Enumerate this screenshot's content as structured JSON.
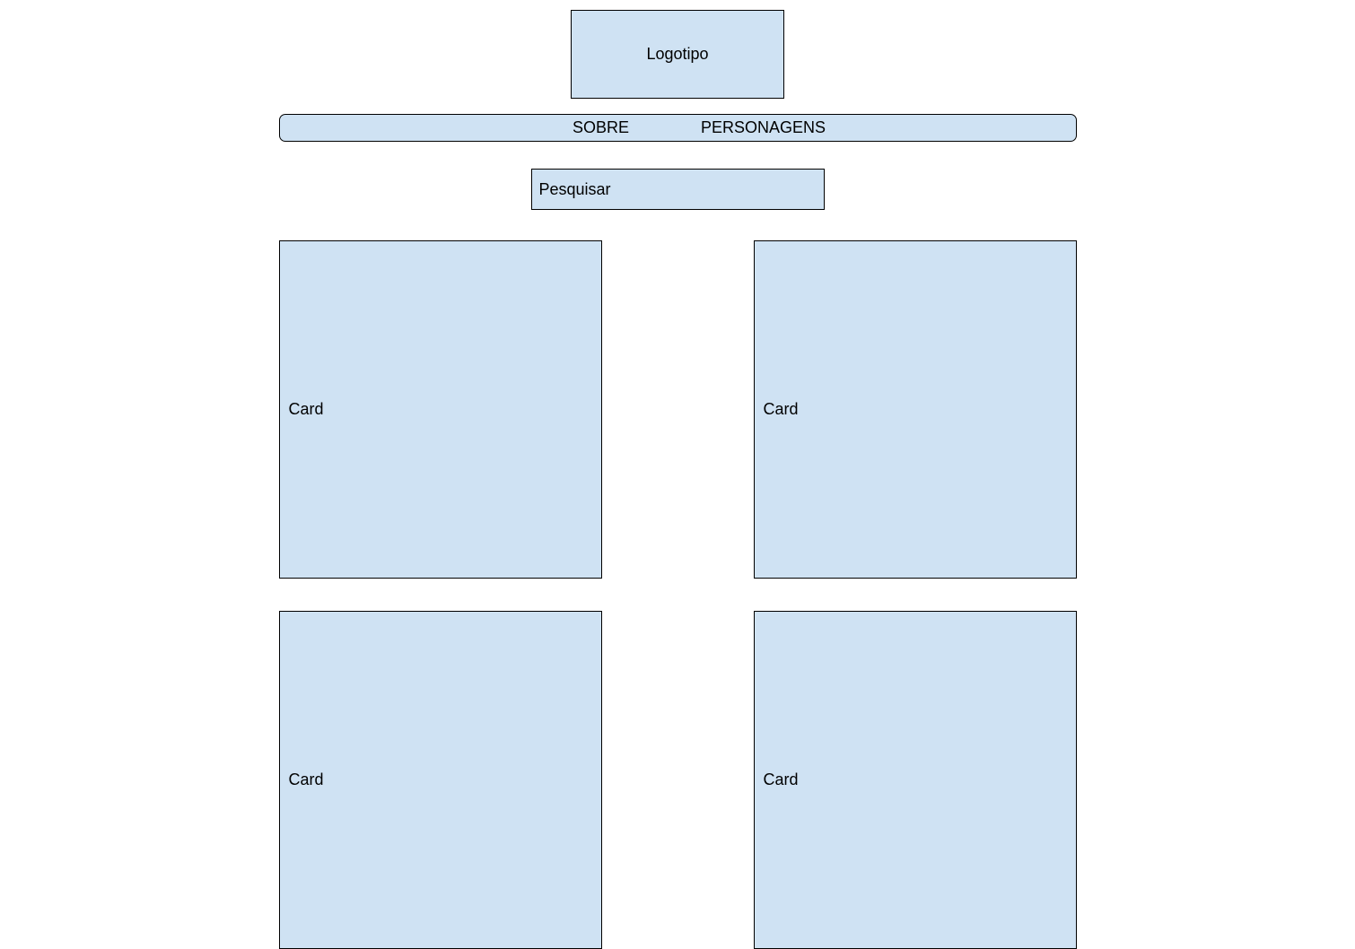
{
  "colors": {
    "page_background": "#ffffff",
    "box_fill": "#cfe2f3",
    "box_border": "#000000",
    "text": "#000000"
  },
  "header": {
    "logo_label": "Logotipo"
  },
  "nav": {
    "items": [
      {
        "label": "SOBRE"
      },
      {
        "label": "PERSONAGENS"
      }
    ]
  },
  "search": {
    "value": "Pesquisar"
  },
  "cards": [
    {
      "label": "Card"
    },
    {
      "label": "Card"
    },
    {
      "label": "Card"
    },
    {
      "label": "Card"
    }
  ]
}
